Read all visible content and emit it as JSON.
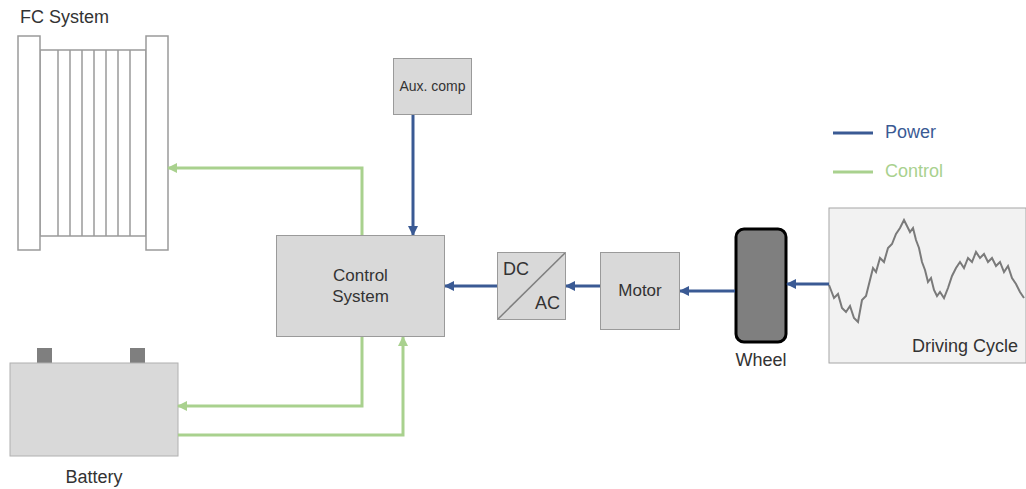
{
  "diagram": {
    "nodes": [
      {
        "text": [
          "FC System"
        ]
      },
      {
        "text": [
          "Aux. comp"
        ]
      },
      {
        "text": [
          "Control System"
        ]
      },
      {
        "text": [
          "DC",
          "AC"
        ]
      },
      {
        "text": [
          "Motor"
        ]
      },
      {
        "text": [
          "Wheel"
        ]
      },
      {
        "text": [
          "Driving Cycle"
        ]
      },
      {
        "text": [
          "Battery"
        ]
      }
    ],
    "edges": [
      {
        "from": 2,
        "to": 0,
        "arrow": "to"
      },
      {
        "from": 1,
        "to": 2,
        "arrow": "to"
      },
      {
        "from": 3,
        "to": 2,
        "arrow": "to"
      },
      {
        "from": 4,
        "to": 3,
        "arrow": "to"
      },
      {
        "from": 5,
        "to": 4,
        "arrow": "to"
      },
      {
        "from": 6,
        "to": 5,
        "arrow": "to"
      },
      {
        "from": 2,
        "to": 7,
        "arrow": "to"
      },
      {
        "from": 7,
        "to": 2,
        "arrow": "to"
      }
    ],
    "legend": [
      {
        "text": "Power"
      },
      {
        "text": "Control"
      }
    ]
  }
}
